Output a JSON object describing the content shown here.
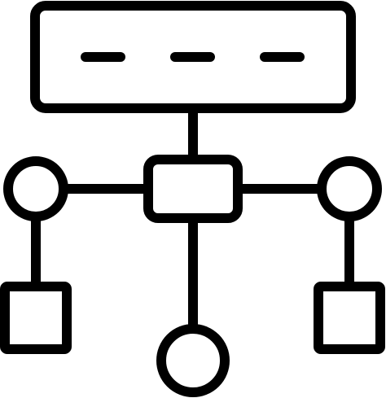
{
  "icon": {
    "name": "network-hierarchy-icon",
    "stroke_color": "#000000",
    "fill_color": "#ffffff",
    "nodes": [
      {
        "id": "top-panel",
        "shape": "rounded-rectangle",
        "content": "three dashes"
      },
      {
        "id": "center-hub",
        "shape": "rounded-rectangle"
      },
      {
        "id": "left-circle",
        "shape": "circle"
      },
      {
        "id": "right-circle",
        "shape": "circle"
      },
      {
        "id": "bottom-circle",
        "shape": "circle"
      },
      {
        "id": "left-square",
        "shape": "square"
      },
      {
        "id": "right-square",
        "shape": "square"
      }
    ],
    "connections": [
      [
        "top-panel",
        "center-hub"
      ],
      [
        "left-circle",
        "center-hub"
      ],
      [
        "center-hub",
        "right-circle"
      ],
      [
        "center-hub",
        "bottom-circle"
      ],
      [
        "left-circle",
        "left-square"
      ],
      [
        "right-circle",
        "right-square"
      ]
    ]
  }
}
